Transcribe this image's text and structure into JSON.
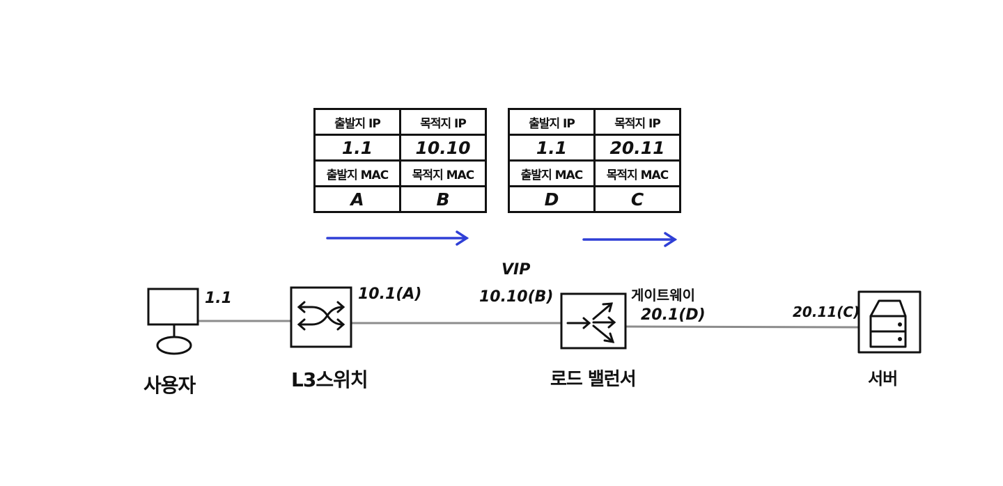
{
  "colors": {
    "ink": "#111111",
    "link": "#8c8c8c",
    "arrow": "#2f3fd6"
  },
  "tables": [
    {
      "src_ip_label": "출발지 IP",
      "dst_ip_label": "목적지 IP",
      "src_ip": "1.1",
      "dst_ip": "10.10",
      "src_mac_label": "출발지 MAC",
      "dst_mac_label": "목적지 MAC",
      "src_mac": "A",
      "dst_mac": "B"
    },
    {
      "src_ip_label": "출발지 IP",
      "dst_ip_label": "목적지 IP",
      "src_ip": "1.1",
      "dst_ip": "20.11",
      "src_mac_label": "출발지 MAC",
      "dst_mac_label": "목적지 MAC",
      "src_mac": "D",
      "dst_mac": "C"
    }
  ],
  "nodes": {
    "user": {
      "name": "사용자",
      "addr": "1.1",
      "icon": "monitor-icon"
    },
    "l3switch": {
      "name": "L3스위치",
      "addr": "10.1(A)",
      "icon": "switch-icon"
    },
    "lb": {
      "name": "로드 밸런서",
      "vip_label": "VIP",
      "vip_addr": "10.10(B)",
      "gw_label": "게이트웨이",
      "gw_addr": "20.1(D)",
      "icon": "load-balancer-icon"
    },
    "server": {
      "name": "서버",
      "addr": "20.11(C)",
      "icon": "server-icon"
    }
  }
}
